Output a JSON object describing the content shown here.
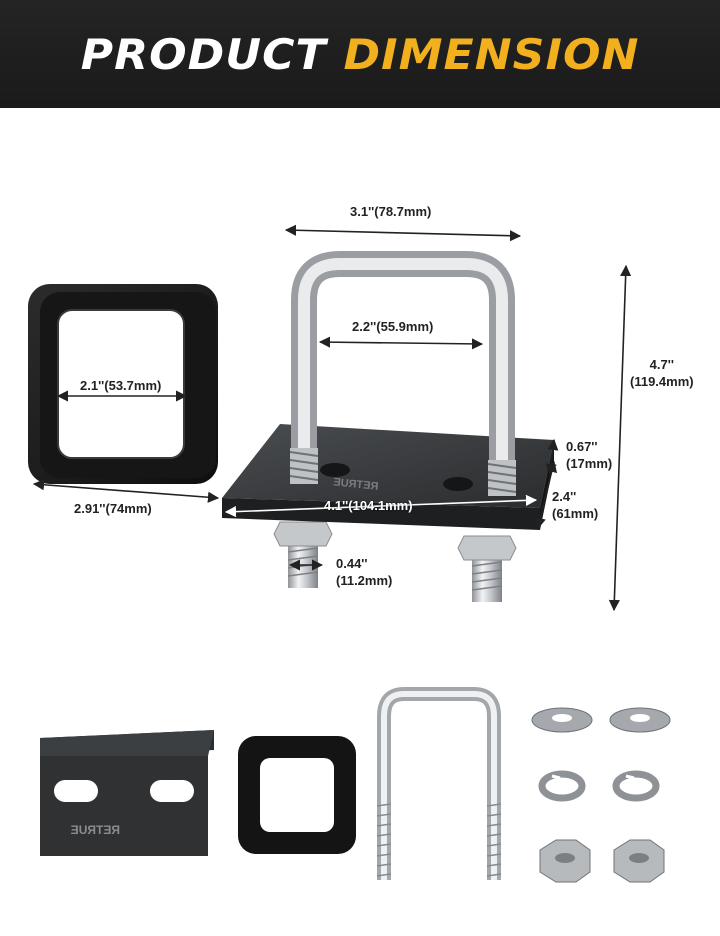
{
  "header": {
    "title_word1": "PRODUCT",
    "title_word2": "DIMENSION",
    "accent_color": "#f2b01e"
  },
  "dimensions": {
    "ubolt_width": "3.1''(78.7mm)",
    "ubolt_inner": "2.2''(55.9mm)",
    "pad_inner": "2.1''(53.7mm)",
    "pad_outer": "2.91''(74mm)",
    "plate_length": "4.1''(104.1mm)",
    "thread_dia_in": "0.44''",
    "thread_dia_mm": "(11.2mm)",
    "height_in": "4.7''",
    "height_mm": "(119.4mm)",
    "flange_in": "0.67''",
    "flange_mm": "(17mm)",
    "depth_in": "2.4''",
    "depth_mm": "(61mm)"
  },
  "brand_mark": "RETRUE",
  "parts": [
    "plate",
    "rubber-pad",
    "u-bolt",
    "flat-washers",
    "lock-washers",
    "hex-nuts"
  ]
}
